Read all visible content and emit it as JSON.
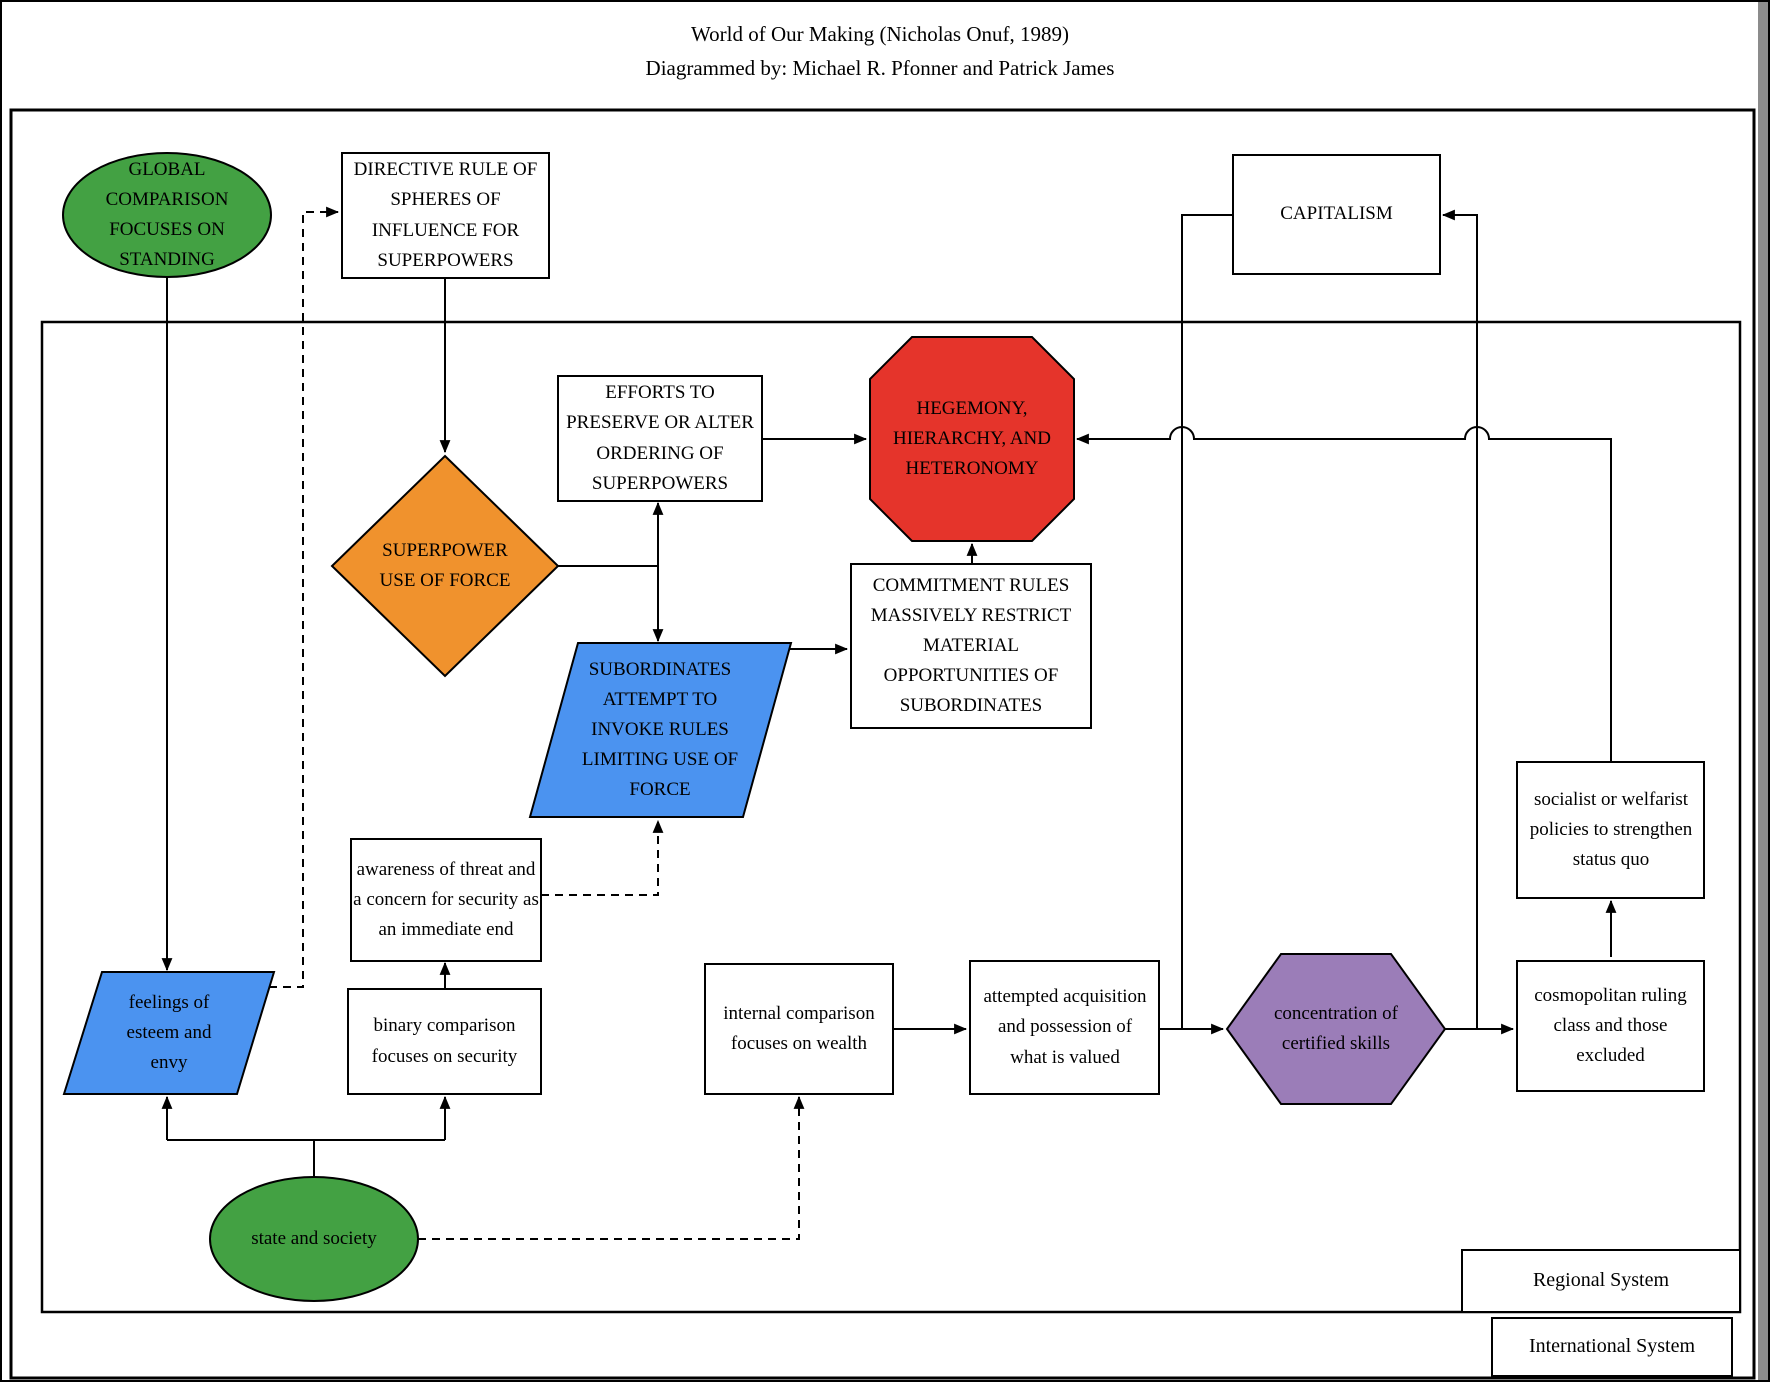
{
  "title": {
    "line1": "World of Our Making (Nicholas Onuf, 1989)",
    "line2": "Diagrammed by: Michael R. Pfonner and Patrick James"
  },
  "frames": {
    "regional_label": "Regional System",
    "international_label": "International System"
  },
  "colors": {
    "green": "#43A143",
    "orange": "#F0922D",
    "red": "#E5342B",
    "blue": "#4B93F0",
    "purple": "#9B7DB8",
    "line": "#000000",
    "white": "#FFFFFF"
  },
  "nodes": {
    "global_comparison": {
      "shape": "ellipse",
      "color": "#43A143",
      "label": "GLOBAL COMPARISON FOCUSES ON STANDING"
    },
    "directive_rule": {
      "shape": "rect",
      "color": "#FFFFFF",
      "label": "DIRECTIVE RULE OF SPHERES OF INFLUENCE FOR SUPERPOWERS"
    },
    "capitalism": {
      "shape": "rect",
      "color": "#FFFFFF",
      "label": "CAPITALISM"
    },
    "hegemony": {
      "shape": "octagon",
      "color": "#E5342B",
      "label": "HEGEMONY, HIERARCHY, AND HETERONOMY"
    },
    "efforts": {
      "shape": "rect",
      "color": "#FFFFFF",
      "label": "EFFORTS TO PRESERVE OR ALTER ORDERING OF SUPERPOWERS"
    },
    "superpower_force": {
      "shape": "diamond",
      "color": "#F0922D",
      "label": "SUPERPOWER USE OF FORCE"
    },
    "subordinates_invoke": {
      "shape": "parallelogram",
      "color": "#4B93F0",
      "label": "SUBORDINATES ATTEMPT TO INVOKE RULES LIMITING USE OF FORCE"
    },
    "commitment_rules": {
      "shape": "rect",
      "color": "#FFFFFF",
      "label": "COMMITMENT RULES MASSIVELY RESTRICT MATERIAL OPPORTUNITIES OF SUBORDINATES"
    },
    "awareness_threat": {
      "shape": "rect",
      "color": "#FFFFFF",
      "label": "awareness of threat and a concern for security as an immediate end"
    },
    "feelings_esteem": {
      "shape": "parallelogram",
      "color": "#4B93F0",
      "label": "feelings of esteem and envy"
    },
    "binary_comparison": {
      "shape": "rect",
      "color": "#FFFFFF",
      "label": "binary comparison focuses on security"
    },
    "internal_comparison": {
      "shape": "rect",
      "color": "#FFFFFF",
      "label": "internal comparison focuses on wealth"
    },
    "attempted_acquisition": {
      "shape": "rect",
      "color": "#FFFFFF",
      "label": "attempted acquisition and possession of what is valued"
    },
    "concentration_skills": {
      "shape": "hexagon",
      "color": "#9B7DB8",
      "label": "concentration of certified skills"
    },
    "cosmopolitan_class": {
      "shape": "rect",
      "color": "#FFFFFF",
      "label": "cosmopolitan ruling class and those excluded"
    },
    "socialist_policies": {
      "shape": "rect",
      "color": "#FFFFFF",
      "label": "socialist or welfarist policies to strengthen status quo"
    },
    "state_society": {
      "shape": "ellipse",
      "color": "#43A143",
      "label": "state and society"
    }
  },
  "edges": [
    {
      "from": "global_comparison",
      "to": "feelings_esteem",
      "style": "solid"
    },
    {
      "from": "feelings_esteem",
      "to": "directive_rule",
      "style": "dashed"
    },
    {
      "from": "directive_rule",
      "to": "superpower_force",
      "style": "solid"
    },
    {
      "from": "superpower_force",
      "to": "efforts",
      "style": "solid"
    },
    {
      "from": "superpower_force",
      "to": "subordinates_invoke",
      "style": "solid"
    },
    {
      "from": "efforts",
      "to": "hegemony",
      "style": "solid"
    },
    {
      "from": "subordinates_invoke",
      "to": "commitment_rules",
      "style": "solid"
    },
    {
      "from": "commitment_rules",
      "to": "hegemony",
      "style": "solid"
    },
    {
      "from": "socialist_policies",
      "to": "hegemony",
      "style": "solid",
      "note": "line hops over two vertical lines"
    },
    {
      "from": "cosmopolitan_class",
      "to": "socialist_policies",
      "style": "solid"
    },
    {
      "from": "concentration_skills",
      "to": "cosmopolitan_class",
      "style": "solid"
    },
    {
      "from": "concentration_skills",
      "to": "capitalism",
      "style": "solid"
    },
    {
      "from": "capitalism",
      "to": "concentration_skills",
      "style": "solid"
    },
    {
      "from": "attempted_acquisition",
      "to": "concentration_skills",
      "style": "solid"
    },
    {
      "from": "internal_comparison",
      "to": "attempted_acquisition",
      "style": "solid"
    },
    {
      "from": "binary_comparison",
      "to": "awareness_threat",
      "style": "solid"
    },
    {
      "from": "awareness_threat",
      "to": "subordinates_invoke",
      "style": "dashed"
    },
    {
      "from": "state_society",
      "to": "feelings_esteem",
      "style": "solid"
    },
    {
      "from": "state_society",
      "to": "binary_comparison",
      "style": "solid"
    },
    {
      "from": "state_society",
      "to": "internal_comparison",
      "style": "dashed"
    }
  ]
}
